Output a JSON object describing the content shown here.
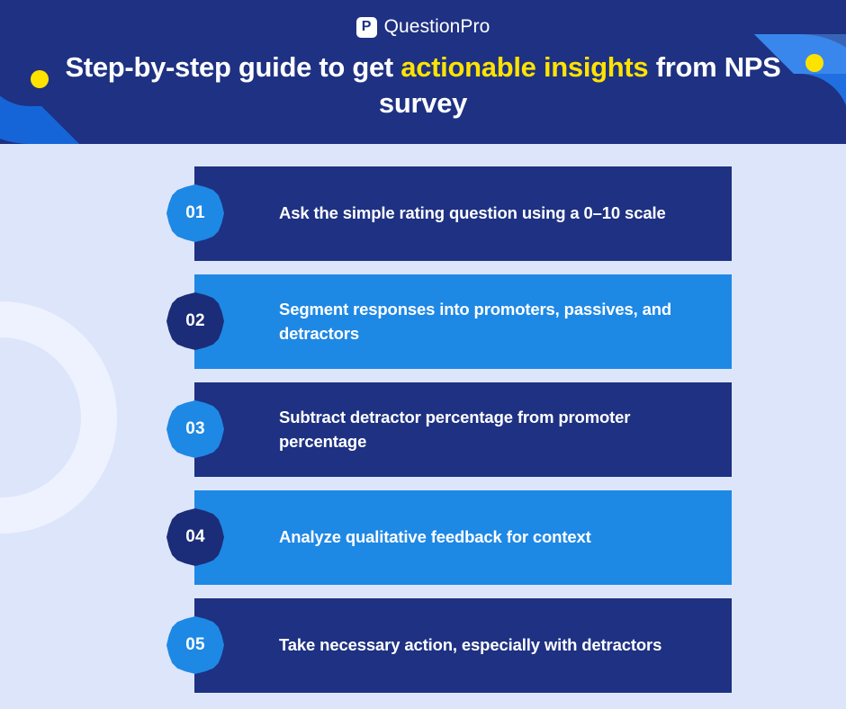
{
  "brand": {
    "logo_icon": "questionpro-logo-icon",
    "logo_mark_glyph": "P",
    "name": "QuestionPro",
    "navy": "#1e3182",
    "blue": "#1e88e5",
    "yellow": "#ffe300",
    "background": "#dde5fa"
  },
  "header": {
    "title_part1": "Step-by-step guide to get ",
    "title_highlight1": "actionable",
    "title_part2": " ",
    "title_highlight2": "insights",
    "title_part3": " from NPS survey"
  },
  "steps": [
    {
      "number": "01",
      "text": "Ask the simple rating question using a 0–10 scale",
      "card_style": "dark",
      "badge_style": "blue"
    },
    {
      "number": "02",
      "text": "Segment responses into promoters, passives, and detractors",
      "card_style": "light",
      "badge_style": "navy"
    },
    {
      "number": "03",
      "text": "Subtract detractor percentage from promoter percentage",
      "card_style": "dark",
      "badge_style": "blue"
    },
    {
      "number": "04",
      "text": "Analyze qualitative feedback for context",
      "card_style": "light",
      "badge_style": "navy"
    },
    {
      "number": "05",
      "text": "Take necessary action, especially with detractors",
      "card_style": "dark",
      "badge_style": "blue"
    }
  ]
}
